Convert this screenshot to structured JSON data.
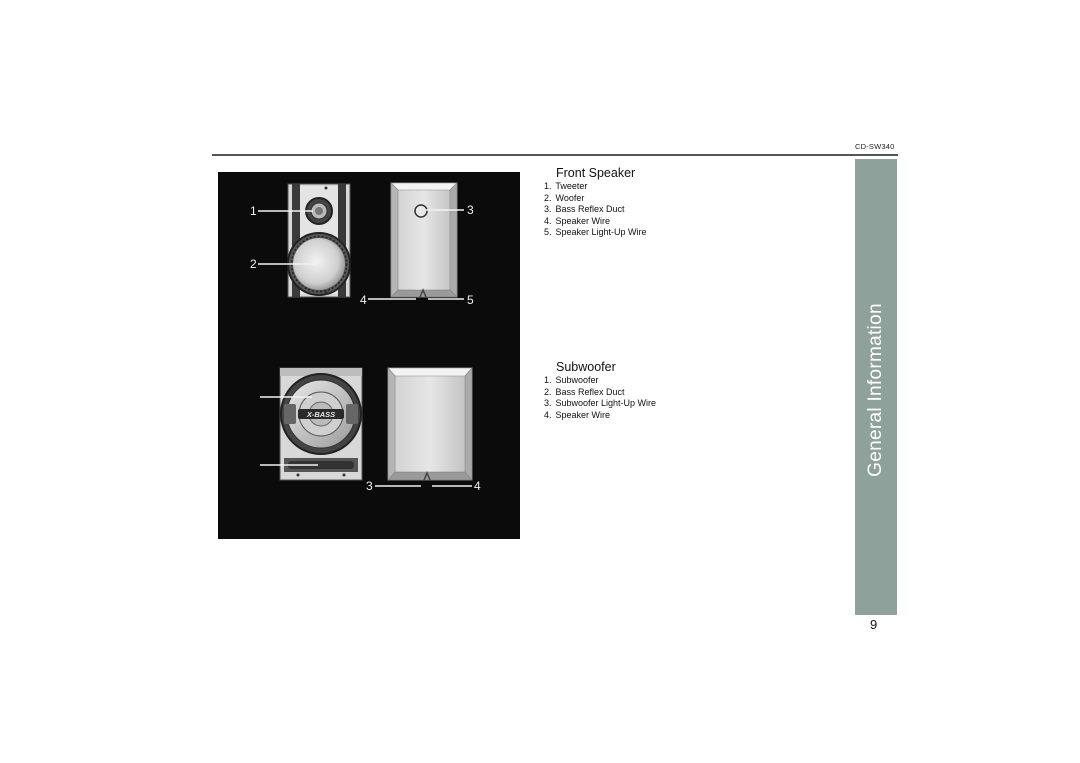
{
  "header": {
    "model": "CD-SW340"
  },
  "side_tab": {
    "label": "General Information"
  },
  "page_number": "9",
  "front_speaker": {
    "title": "Front Speaker",
    "items": [
      {
        "num": "1.",
        "label": "Tweeter"
      },
      {
        "num": "2.",
        "label": "Woofer"
      },
      {
        "num": "3.",
        "label": "Bass Reflex Duct"
      },
      {
        "num": "4.",
        "label": "Speaker Wire"
      },
      {
        "num": "5.",
        "label": "Speaker Light-Up Wire"
      }
    ],
    "callouts": [
      "1",
      "2",
      "3",
      "4",
      "5"
    ]
  },
  "subwoofer": {
    "title": "Subwoofer",
    "items": [
      {
        "num": "1.",
        "label": "Subwoofer"
      },
      {
        "num": "2.",
        "label": "Bass Reflex Duct"
      },
      {
        "num": "3.",
        "label": "Subwoofer Light-Up Wire"
      },
      {
        "num": "4.",
        "label": "Speaker Wire"
      }
    ],
    "callouts": [
      "3",
      "4"
    ],
    "badge": "X-BASS"
  }
}
